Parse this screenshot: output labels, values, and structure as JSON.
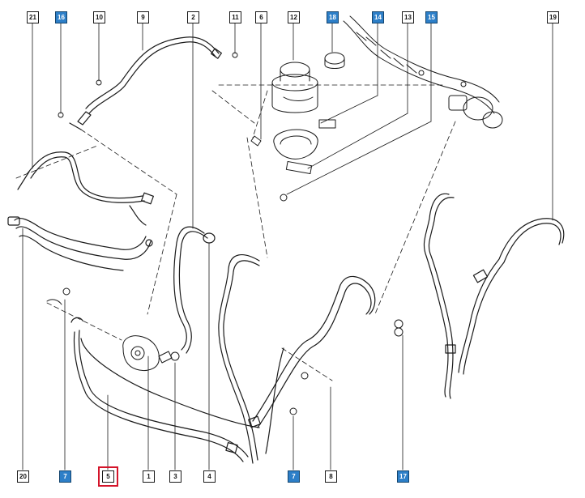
{
  "figure": {
    "part_labels": [
      {
        "id": "21",
        "style": "white"
      },
      {
        "id": "16",
        "style": "blue"
      },
      {
        "id": "10",
        "style": "white"
      },
      {
        "id": "9",
        "style": "white"
      },
      {
        "id": "2",
        "style": "white"
      },
      {
        "id": "11",
        "style": "white"
      },
      {
        "id": "6",
        "style": "white"
      },
      {
        "id": "12",
        "style": "white"
      },
      {
        "id": "18",
        "style": "blue"
      },
      {
        "id": "14",
        "style": "blue"
      },
      {
        "id": "13",
        "style": "white"
      },
      {
        "id": "15",
        "style": "blue"
      },
      {
        "id": "19",
        "style": "white"
      },
      {
        "id": "20",
        "style": "white"
      },
      {
        "id": "7",
        "style": "blue"
      },
      {
        "id": "5",
        "style": "white",
        "selected": true
      },
      {
        "id": "1",
        "style": "white"
      },
      {
        "id": "3",
        "style": "white"
      },
      {
        "id": "4",
        "style": "white"
      },
      {
        "id": "7",
        "style": "blue"
      },
      {
        "id": "8",
        "style": "white"
      },
      {
        "id": "17",
        "style": "blue"
      }
    ],
    "colors": {
      "line": "#1a1a1a",
      "label_blue": "#2d7fc8",
      "selection": "#d4142a"
    }
  }
}
